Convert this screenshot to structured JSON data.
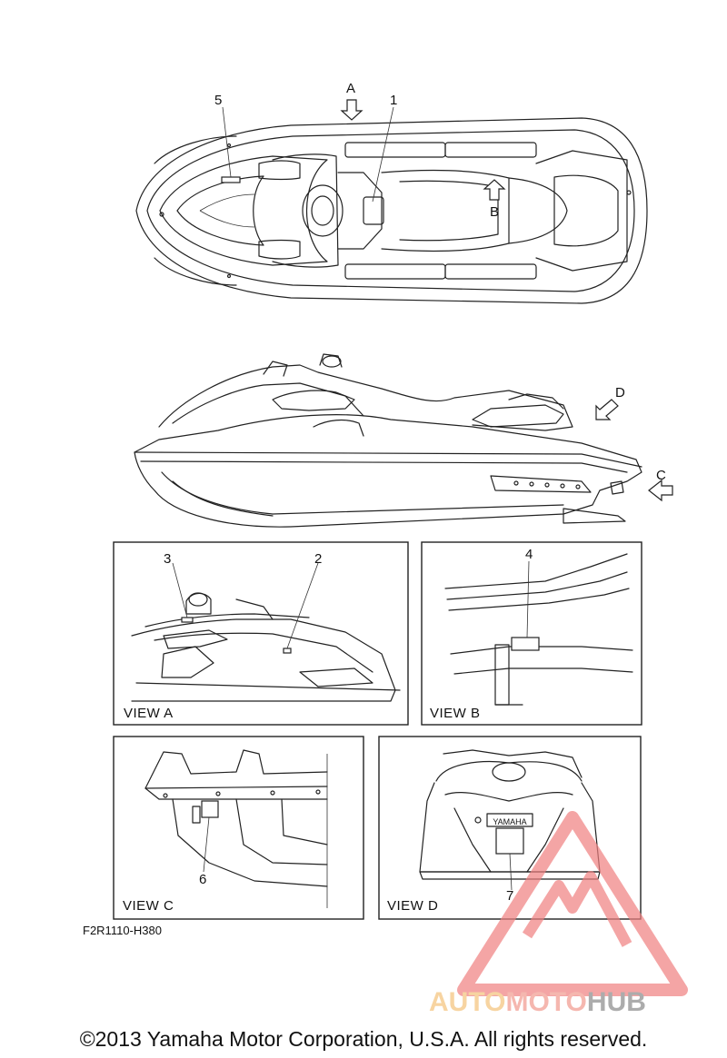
{
  "callouts": {
    "a_top": "A",
    "b_top": "B",
    "c_side": "C",
    "d_side": "D",
    "n1": "1",
    "n2": "2",
    "n3": "3",
    "n4": "4",
    "n5": "5",
    "n6": "6",
    "n7": "7"
  },
  "views": {
    "a": "VIEW A",
    "b": "VIEW B",
    "c": "VIEW C",
    "d": "VIEW D"
  },
  "drawing_code": "F2R1110-H380",
  "brand_plate": "YAMAHA",
  "watermark": {
    "part1": "AUTO",
    "part2": "MOTO",
    "part3": "HUB",
    "color1": "#f5c27a",
    "color2": "#f29a8e",
    "color3": "#8a8a8a",
    "logo_color": "#f08080"
  },
  "copyright": "©2013 Yamaha Motor Corporation, U.S.A. All rights reserved."
}
